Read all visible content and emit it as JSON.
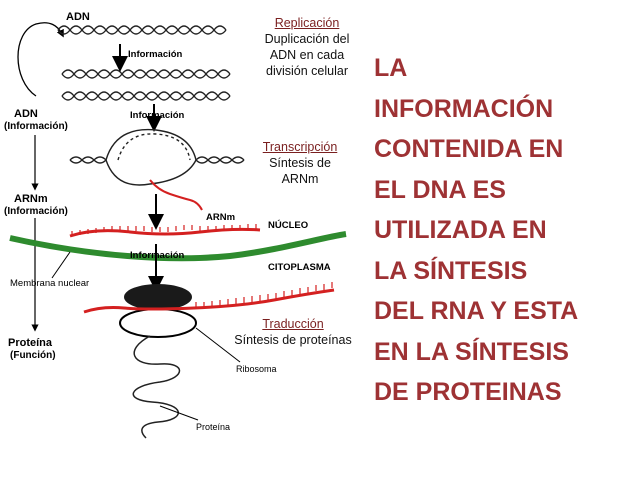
{
  "diagram": {
    "adn_top": "ADN",
    "info_arrow_1": "Información",
    "info_arrow_2": "Información",
    "info_arrow_3": "Información",
    "left_adn": "ADN",
    "left_adn_sub": "(Información)",
    "left_arnm": "ARNm",
    "left_arnm_sub": "(Información)",
    "left_proteina": "Proteína",
    "left_proteina_sub": "(Función)",
    "arnm_label": "ARNm",
    "nucleo": "NÚCLEO",
    "citoplasma": "CITOPLASMA",
    "membrana": "Membrana nuclear",
    "ribosoma": "Ribosoma",
    "proteina": "Proteína",
    "colors": {
      "mrna": "#d42020",
      "membrane": "#2e8b2e",
      "headline": "#9e3234"
    }
  },
  "stages": {
    "replicacion": {
      "title": "Replicación",
      "lines": [
        "Duplicación del",
        "ADN en cada",
        "división celular"
      ]
    },
    "transcripcion": {
      "title": "Transcripción",
      "lines": [
        "Síntesis de",
        "ARNm"
      ]
    },
    "traduccion": {
      "title": "Traducción",
      "lines": [
        "Síntesis de proteínas"
      ]
    }
  },
  "headline": {
    "lines": [
      "LA",
      "INFORMACIÓN",
      "CONTENIDA EN",
      "EL DNA ES",
      "UTILIZADA EN",
      "LA SÍNTESIS",
      "DEL RNA Y ESTA",
      "EN LA SÍNTESIS",
      "DE PROTEINAS"
    ]
  }
}
